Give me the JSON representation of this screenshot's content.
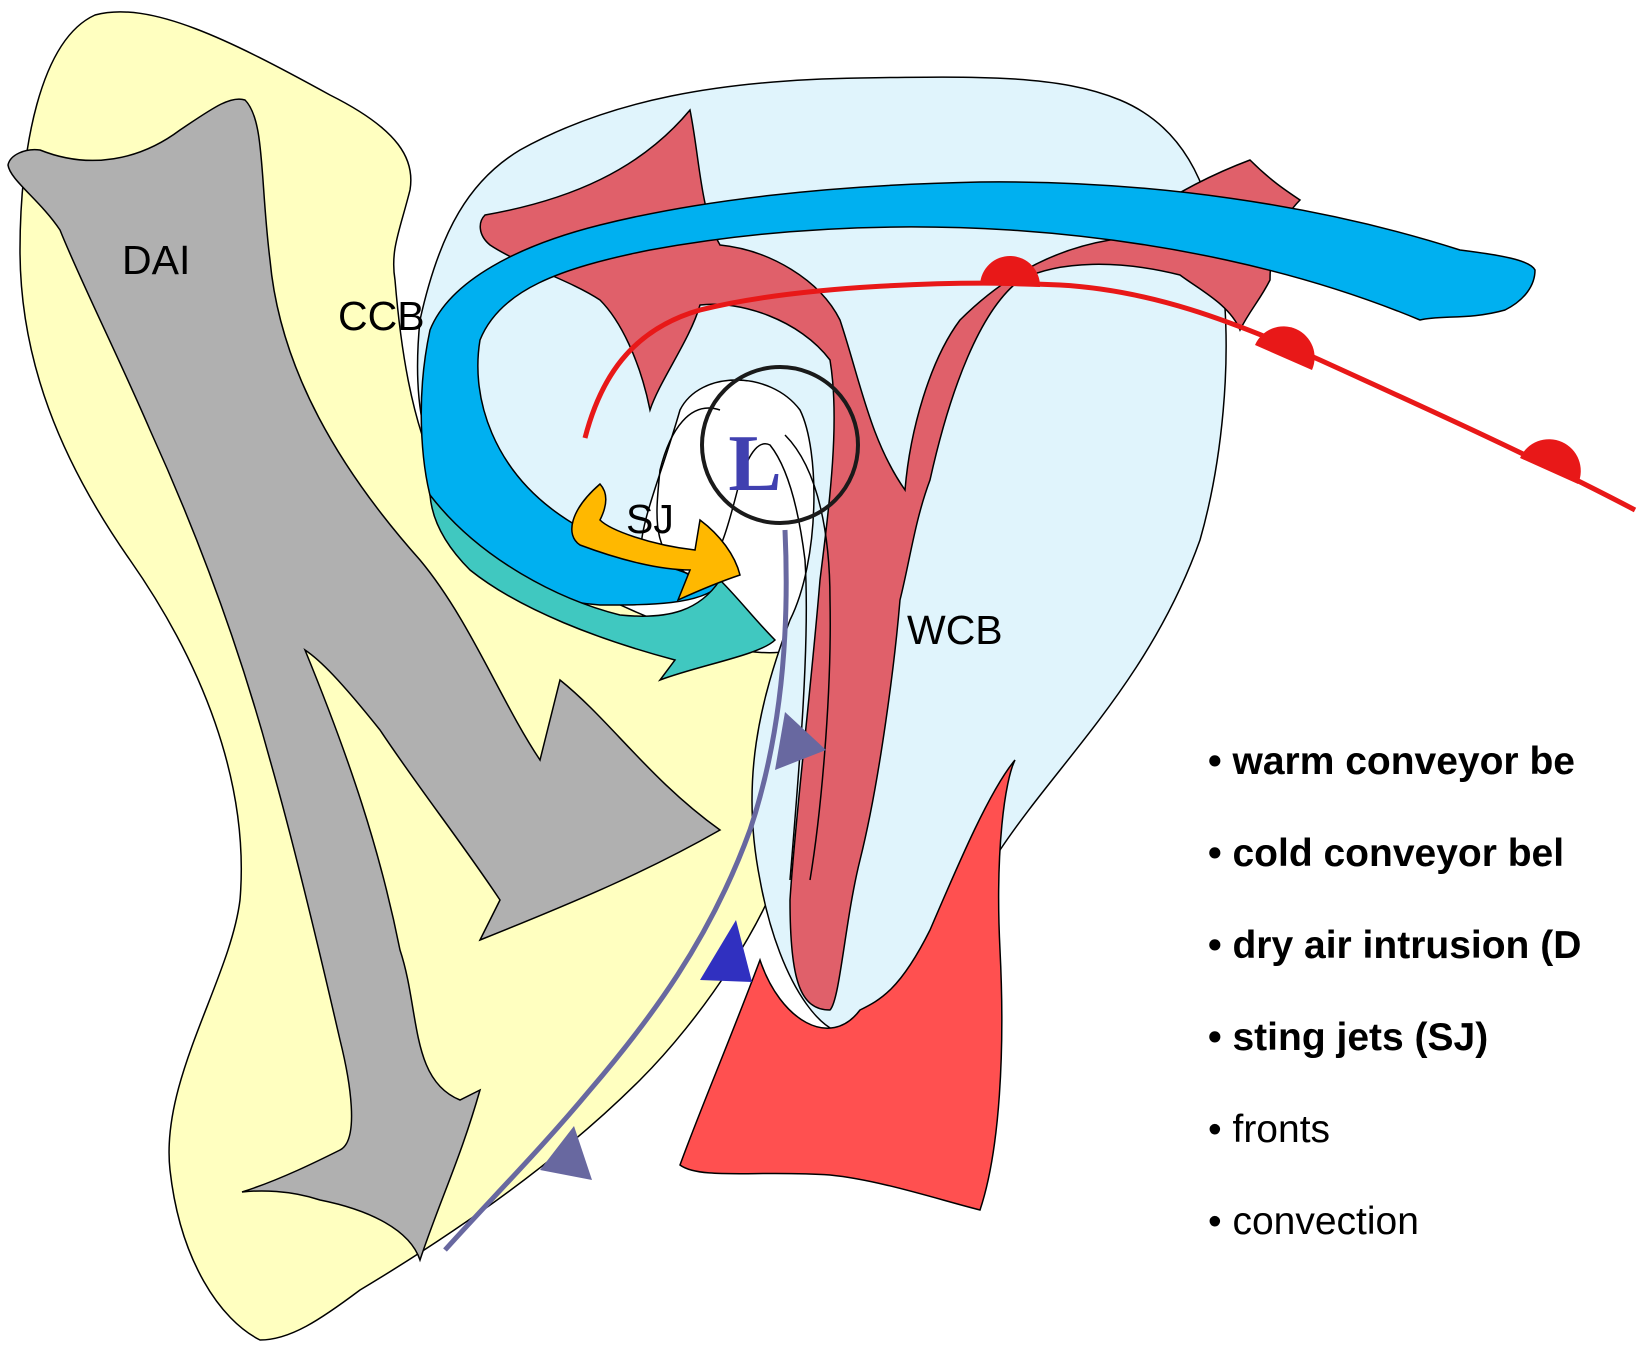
{
  "labels": {
    "dai": "DAI",
    "ccb": "CCB",
    "sj": "SJ",
    "wcb": "WCB",
    "low": "L"
  },
  "legend": [
    {
      "text": "• warm conveyor be",
      "bold": true
    },
    {
      "text": "• cold conveyor bel",
      "bold": true
    },
    {
      "text": "• dry air intrusion (D",
      "bold": true
    },
    {
      "text": "• sting jets (SJ)",
      "bold": true
    },
    {
      "text": "• fronts",
      "bold": false
    },
    {
      "text": "• convection",
      "bold": false
    }
  ],
  "colors": {
    "dry_region": "#ffffc0",
    "cold_region": "#e0f4fc",
    "dai_arrow": "#b0b0b0",
    "wcb": "#ff5050",
    "wcb_overlay": "#e0606a",
    "ccb": "#00b0f0",
    "teal_branch": "#40c8c0",
    "sting_jet": "#ffb800",
    "warm_front": "#e81818",
    "cold_front": "#6868a0",
    "cold_front_triangle": "#3030c0",
    "low_letter": "#4040b0"
  }
}
